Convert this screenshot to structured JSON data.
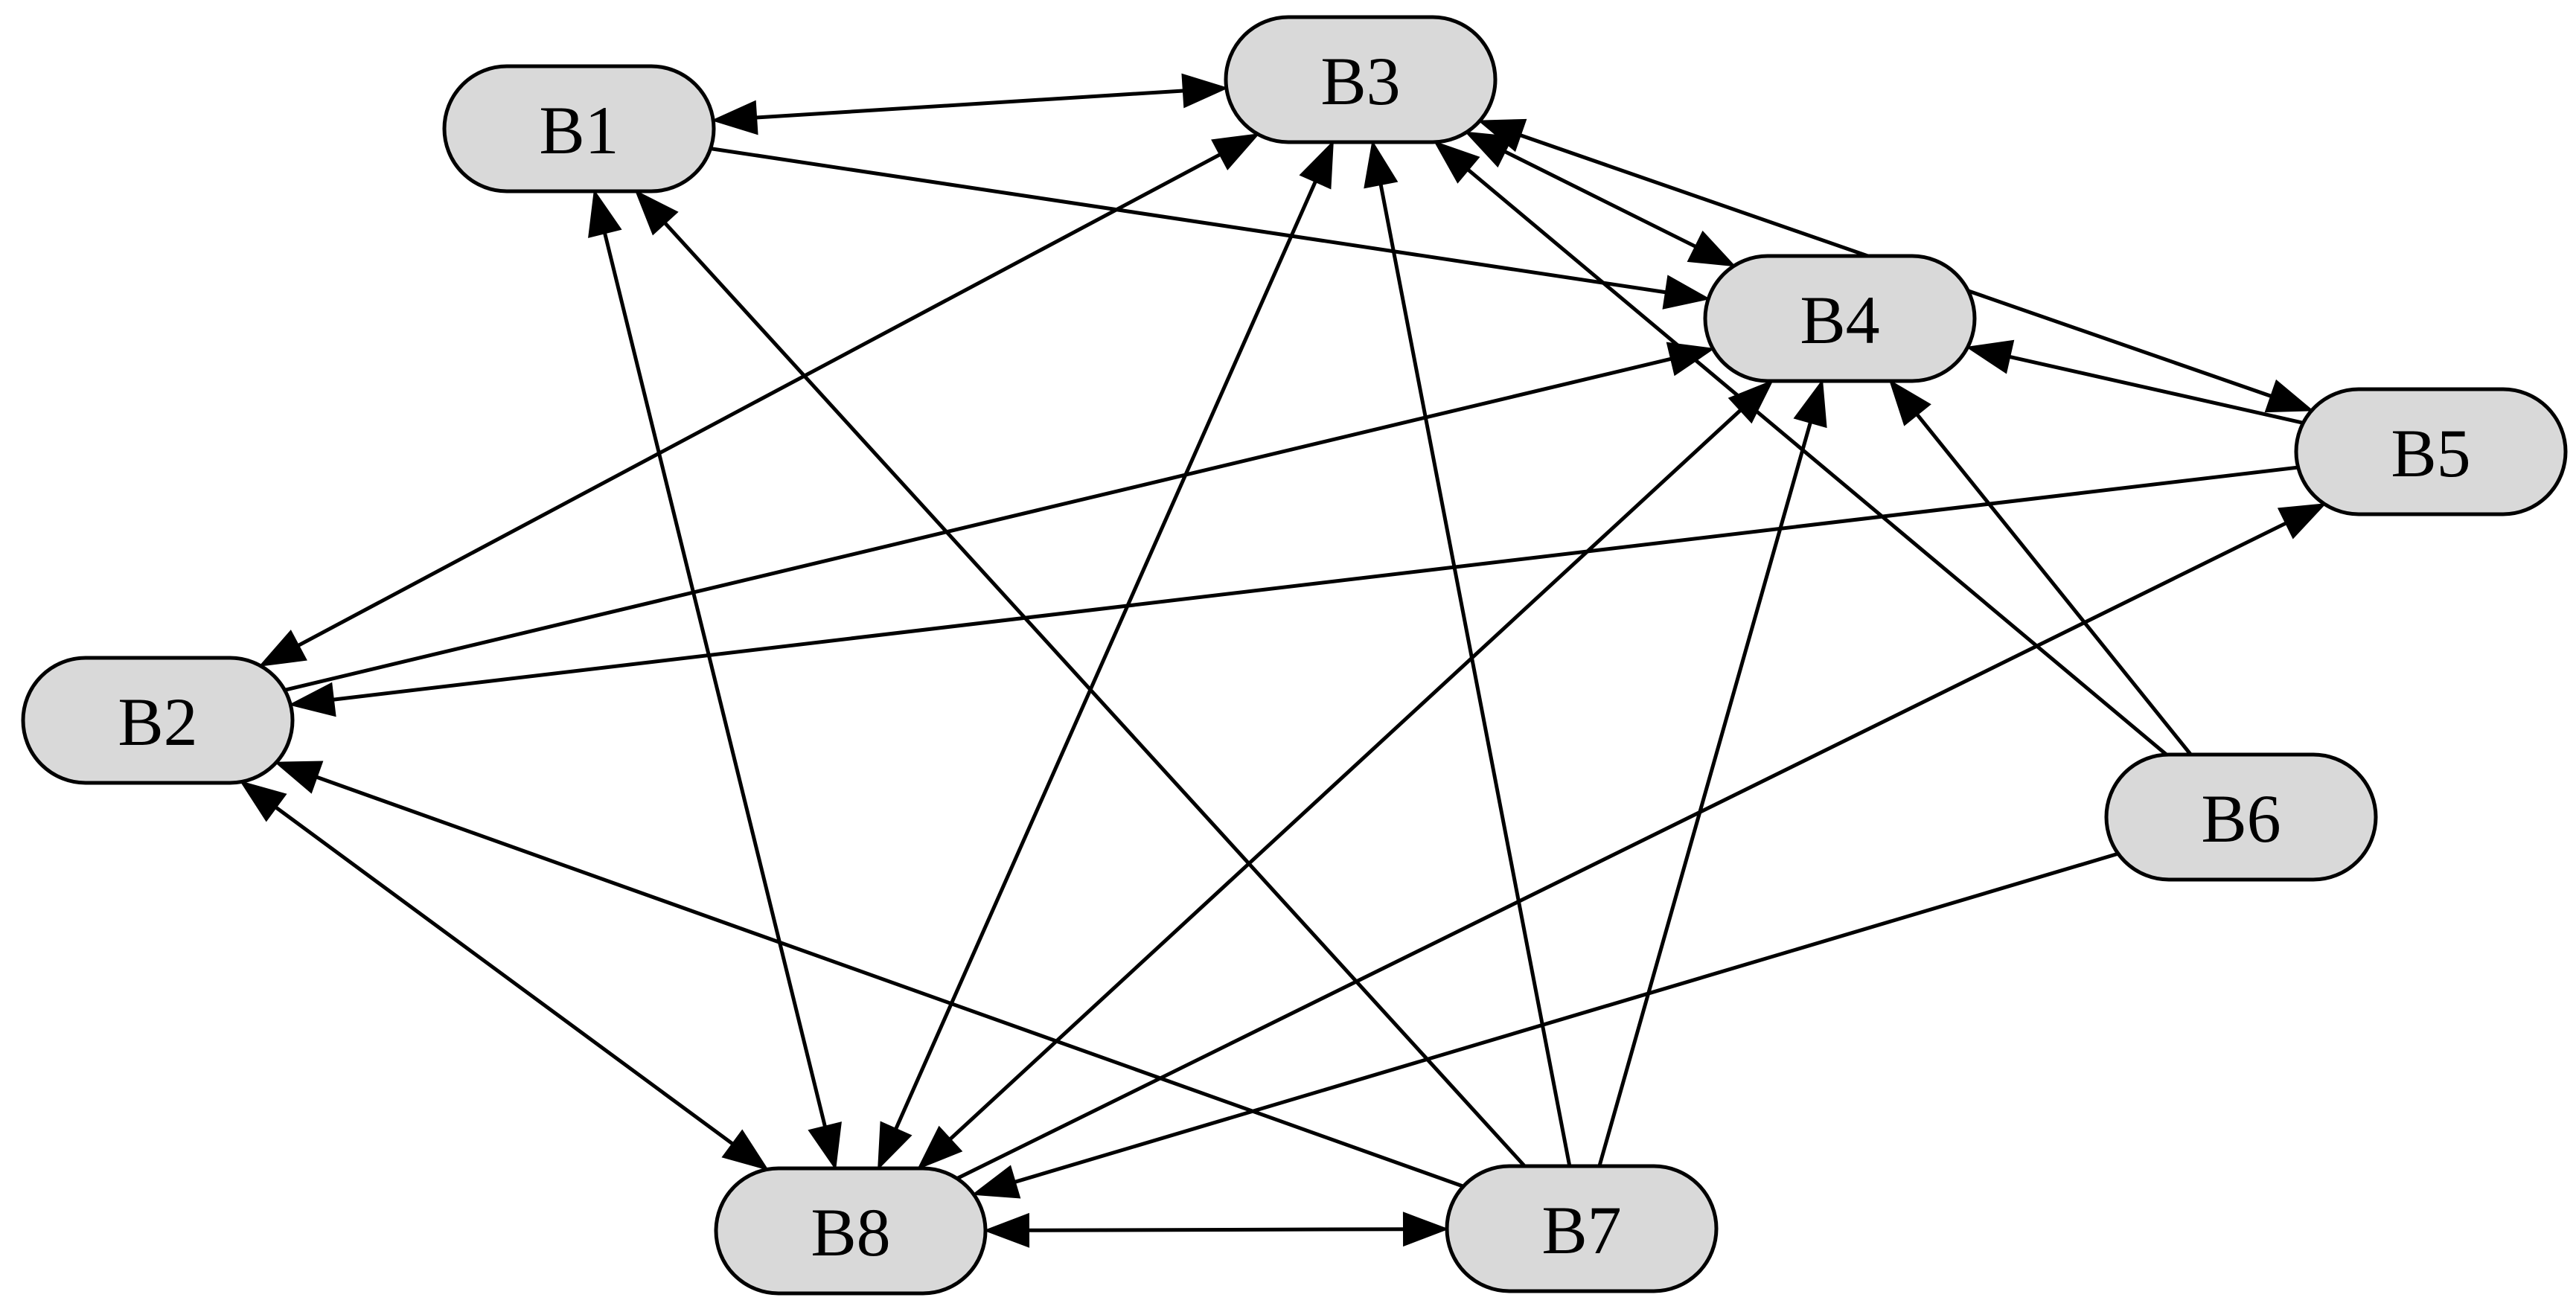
{
  "diagram": {
    "colors": {
      "node_fill": "#d9d9d9",
      "node_stroke": "#000000",
      "edge": "#000000",
      "background": "#ffffff"
    },
    "nodes": [
      {
        "id": "B1",
        "label": "B1"
      },
      {
        "id": "B2",
        "label": "B2"
      },
      {
        "id": "B3",
        "label": "B3"
      },
      {
        "id": "B4",
        "label": "B4"
      },
      {
        "id": "B5",
        "label": "B5"
      },
      {
        "id": "B6",
        "label": "B6"
      },
      {
        "id": "B7",
        "label": "B7"
      },
      {
        "id": "B8",
        "label": "B8"
      }
    ],
    "edges": [
      {
        "from": "B1",
        "to": "B3",
        "bidirectional": true
      },
      {
        "from": "B1",
        "to": "B4",
        "bidirectional": false
      },
      {
        "from": "B1",
        "to": "B8",
        "bidirectional": true
      },
      {
        "from": "B2",
        "to": "B3",
        "bidirectional": true
      },
      {
        "from": "B2",
        "to": "B4",
        "bidirectional": false
      },
      {
        "from": "B2",
        "to": "B8",
        "bidirectional": true
      },
      {
        "from": "B3",
        "to": "B4",
        "bidirectional": true
      },
      {
        "from": "B3",
        "to": "B5",
        "bidirectional": true
      },
      {
        "from": "B3",
        "to": "B8",
        "bidirectional": true
      },
      {
        "from": "B4",
        "to": "B8",
        "bidirectional": true
      },
      {
        "from": "B5",
        "to": "B4",
        "bidirectional": false
      },
      {
        "from": "B5",
        "to": "B2",
        "bidirectional": false
      },
      {
        "from": "B6",
        "to": "B3",
        "bidirectional": false
      },
      {
        "from": "B6",
        "to": "B4",
        "bidirectional": false
      },
      {
        "from": "B6",
        "to": "B8",
        "bidirectional": false
      },
      {
        "from": "B7",
        "to": "B1",
        "bidirectional": false
      },
      {
        "from": "B7",
        "to": "B2",
        "bidirectional": false
      },
      {
        "from": "B7",
        "to": "B3",
        "bidirectional": false
      },
      {
        "from": "B7",
        "to": "B4",
        "bidirectional": false
      },
      {
        "from": "B7",
        "to": "B8",
        "bidirectional": true
      },
      {
        "from": "B8",
        "to": "B5",
        "bidirectional": false
      }
    ]
  }
}
